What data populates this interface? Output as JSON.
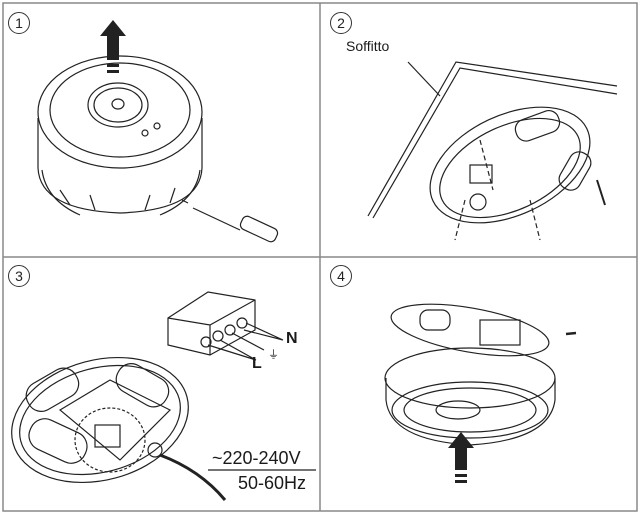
{
  "steps": [
    {
      "number": "1"
    },
    {
      "number": "2",
      "label": "Soffitto"
    },
    {
      "number": "3",
      "terminal_labels": {
        "neutral": "N",
        "live": "L",
        "earth_symbol": "⏚"
      },
      "supply": {
        "voltage": "~220-240V",
        "frequency": "50-60Hz"
      }
    },
    {
      "number": "4"
    }
  ]
}
